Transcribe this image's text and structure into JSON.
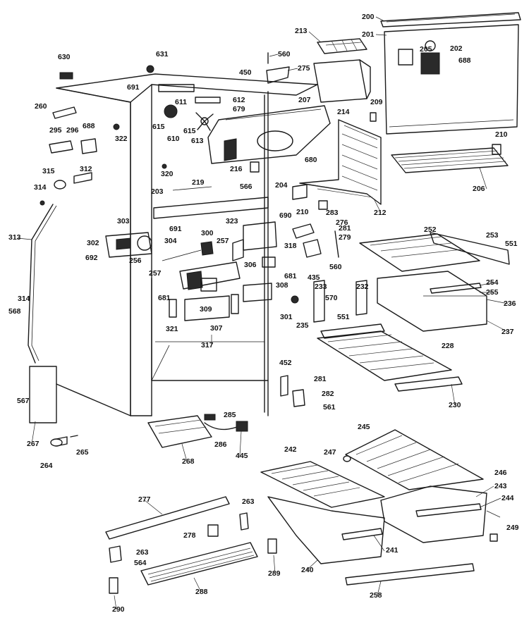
{
  "diagram": {
    "labels": [
      "200",
      "201",
      "205",
      "202",
      "688",
      "213",
      "560",
      "631",
      "630",
      "275",
      "450",
      "214",
      "209",
      "691",
      "611",
      "612",
      "679",
      "207",
      "260",
      "615",
      "610",
      "615",
      "613",
      "295",
      "296",
      "688",
      "322",
      "210",
      "216",
      "680",
      "320",
      "315",
      "312",
      "206",
      "314",
      "219",
      "203",
      "566",
      "204",
      "212",
      "210",
      "283",
      "690",
      "323",
      "303",
      "691",
      "281",
      "276",
      "252",
      "253",
      "302",
      "304",
      "300",
      "257",
      "279",
      "692",
      "256",
      "318",
      "560",
      "551",
      "257",
      "306",
      "681",
      "435",
      "254",
      "255",
      "313",
      "681",
      "308",
      "233",
      "570",
      "232",
      "236",
      "301",
      "309",
      "551",
      "314",
      "568",
      "321",
      "307",
      "317",
      "235",
      "237",
      "228",
      "452",
      "281",
      "282",
      "561",
      "230",
      "567",
      "285",
      "267",
      "264",
      "265",
      "268",
      "286",
      "445",
      "242",
      "247",
      "245",
      "246",
      "243",
      "244",
      "277",
      "263",
      "278",
      "263",
      "564",
      "249",
      "288",
      "289",
      "241",
      "240",
      "258",
      "290"
    ]
  }
}
